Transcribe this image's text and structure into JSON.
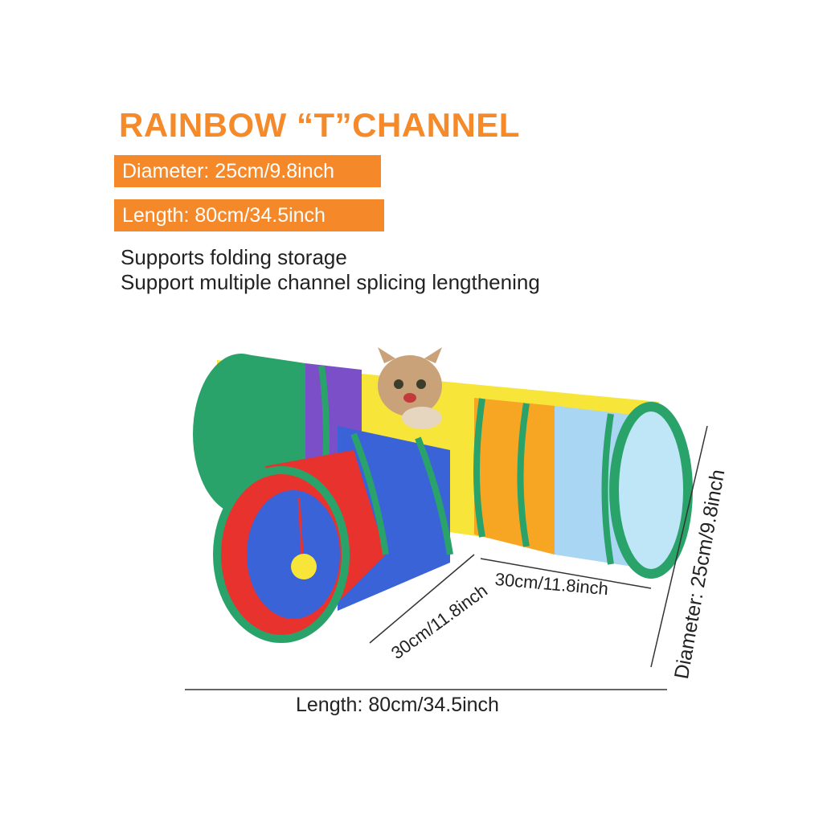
{
  "title": "RAINBOW “T”CHANNEL",
  "specs": {
    "diameter": "Diameter: 25cm/9.8inch",
    "length": "Length: 80cm/34.5inch"
  },
  "features": [
    "Supports folding storage",
    "Support multiple channel splicing lengthening"
  ],
  "dimensions": {
    "branch_right": "30cm/11.8inch",
    "branch_left": "30cm/11.8inch",
    "diameter": "Diameter: 25cm/9.8inch",
    "length": "Length: 80cm/34.5inch"
  },
  "colors": {
    "accent": "#f58a2a",
    "text": "#222222",
    "tunnel_green": "#2aa36a",
    "tunnel_purple": "#7a4fc8",
    "tunnel_yellow": "#f7e53a",
    "tunnel_orange": "#f6a623",
    "tunnel_lightblue": "#a9d6f2",
    "tunnel_blue": "#3a63d8",
    "tunnel_red": "#e8322e"
  }
}
